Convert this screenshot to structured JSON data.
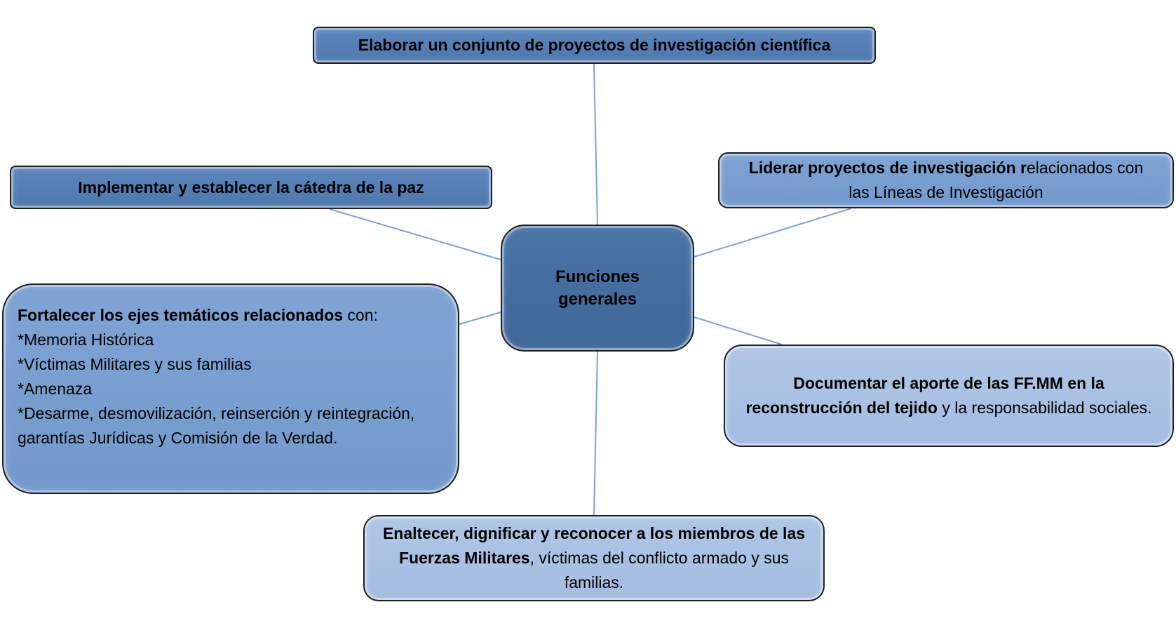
{
  "diagram": {
    "center": {
      "line1": "Funciones",
      "line2": "generales"
    },
    "nodes": {
      "top": {
        "text": "Elaborar un conjunto de proyectos de investigación científica"
      },
      "left_top": {
        "text": "Implementar y establecer  la cátedra de la paz"
      },
      "right_top": {
        "bold": "Liderar proyectos de investigación r",
        "normal1": "elacionados con",
        "normal2": "las Líneas de Investigación"
      },
      "left_big": {
        "bold": "Fortalecer los ejes temáticos relacionados",
        "normal": " con:",
        "items": [
          "*Memoria Histórica",
          "*Víctimas  Militares y sus familias",
          "*Amenaza",
          "*Desarme, desmovilización, reinserción y reintegración, garantías Jurídicas y Comisión de la Verdad."
        ]
      },
      "right_bottom": {
        "bold": "Documentar el aporte de las FF.MM en la reconstrucción del tejido",
        "normal": " y la responsabilidad sociales."
      },
      "bottom": {
        "bold": "Enaltecer, dignificar y reconocer a los miembros de las Fuerzas Militares",
        "normal": ", víctimas del conflicto armado y sus familias."
      }
    },
    "colors": {
      "connector": "#7aa2d2",
      "center_fill": "#4470a0",
      "dark_fill": "#5580b8",
      "mid_fill": "#7aa0d0",
      "light_fill": "#a9c1e3"
    }
  }
}
